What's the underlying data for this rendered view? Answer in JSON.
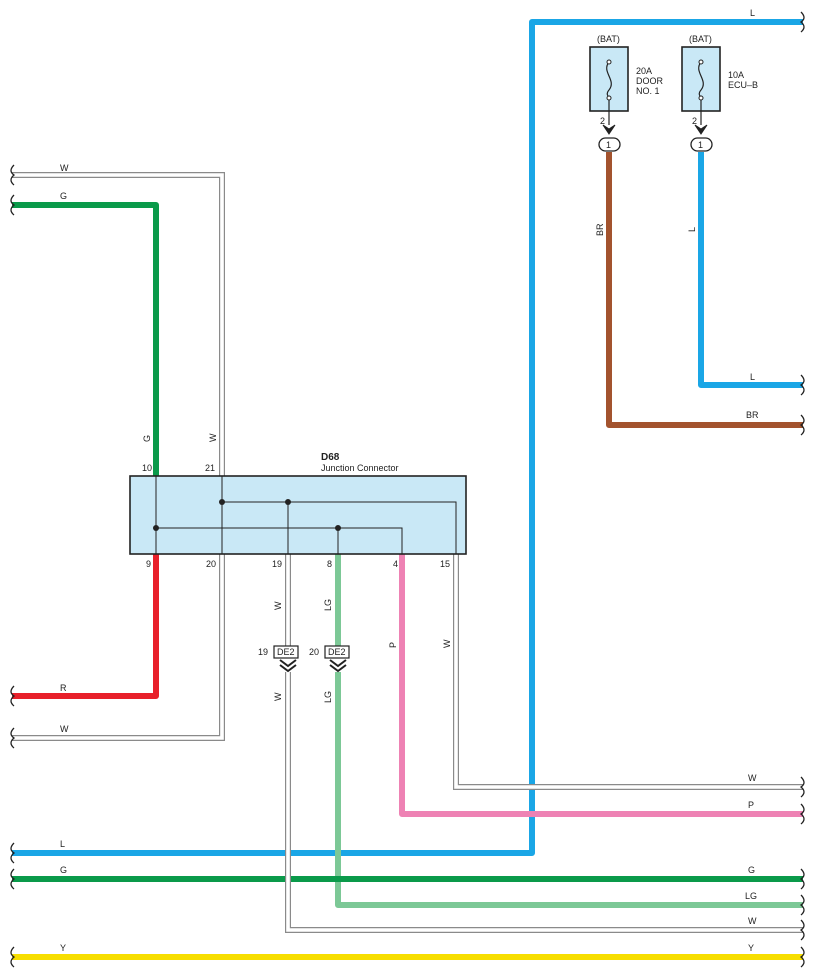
{
  "colors": {
    "L": "#1aa6e6",
    "G": "#0a9a4a",
    "R": "#e8202a",
    "P": "#ee82b4",
    "LG": "#7cc896",
    "BR": "#a3532e",
    "Y": "#f7de00",
    "W_fill": "#ffffff",
    "W_outline": "#8a8a8a",
    "box_fill": "#c9e8f6",
    "box_stroke": "#222222"
  },
  "connector": {
    "id": "D68",
    "name": "Junction Connector",
    "top_pins": [
      "10",
      "21"
    ],
    "bottom_pins": [
      "9",
      "20",
      "19",
      "8",
      "4",
      "15"
    ]
  },
  "fuses": [
    {
      "source": "(BAT)",
      "amp": "20A",
      "name_line1": "DOOR",
      "name_line2": "NO. 1",
      "pin": "2",
      "junction": "1"
    },
    {
      "source": "(BAT)",
      "amp": "10A",
      "name_line1": "ECU–B",
      "name_line2": "",
      "pin": "2",
      "junction": "1"
    }
  ],
  "inline_connectors": [
    {
      "pin": "19",
      "id": "DE2"
    },
    {
      "pin": "20",
      "id": "DE2"
    }
  ],
  "wire_labels": {
    "left_w_top": "W",
    "left_g": "G",
    "left_r": "R",
    "left_w_bottom": "W",
    "pin10": "G",
    "pin21": "W",
    "pin19_upper": "W",
    "pin19_lower": "W",
    "pin8_upper": "LG",
    "pin8_lower": "LG",
    "pin4": "P",
    "pin15": "W",
    "fuse1_wire": "BR",
    "fuse2_wire": "L",
    "right_top_l": "L",
    "right_l": "L",
    "right_br": "BR",
    "right_w1": "W",
    "right_p": "P",
    "bottom_l": "L",
    "bottom_g_left": "G",
    "bottom_g_right": "G",
    "bottom_lg": "LG",
    "bottom_w": "W",
    "bottom_y_left": "Y",
    "bottom_y_right": "Y"
  }
}
